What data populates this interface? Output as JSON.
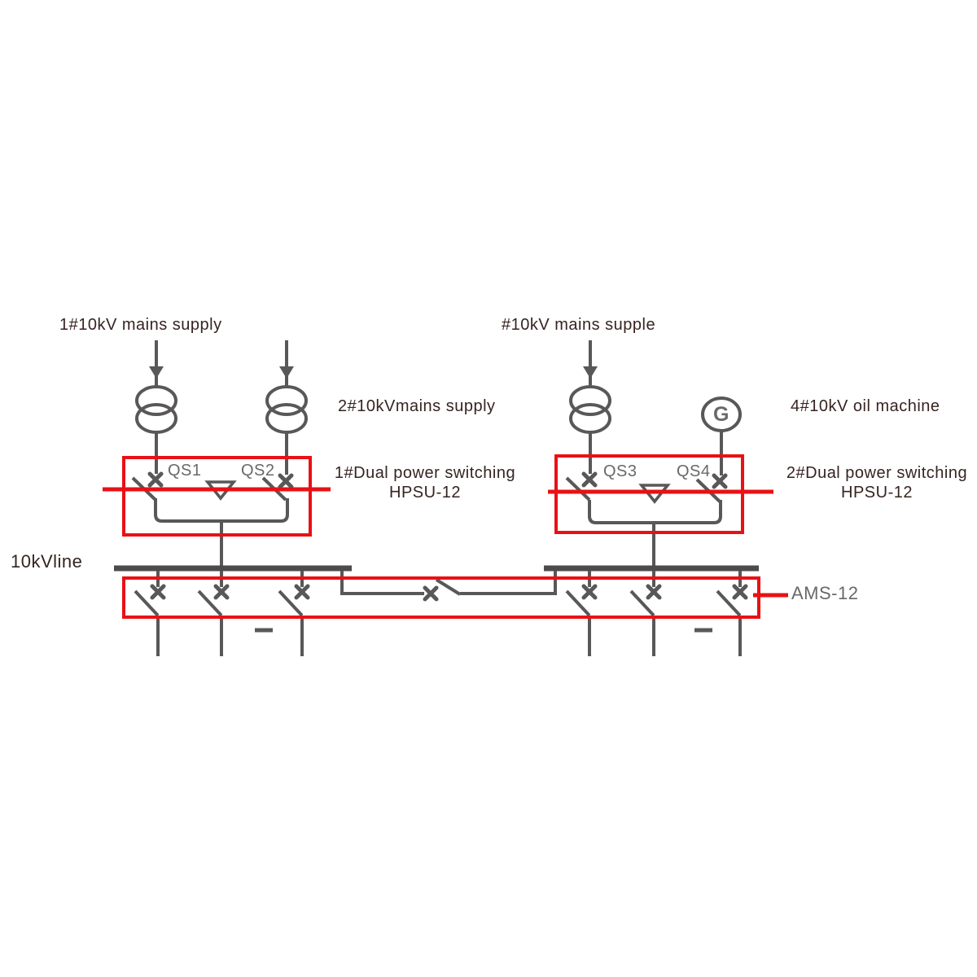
{
  "colors": {
    "line": "#595757",
    "bus": "#4c4a4a",
    "highlight": "#e81115",
    "label_dark": "#362421",
    "label_gray": "#6a6868"
  },
  "diagram": {
    "labels": {
      "supply1": "1#10kV mains supply",
      "supply2": "2#10kVmains supply",
      "supply3": "#10kV mains supple",
      "oil_machine": "4#10kV oil machine",
      "switching1_line1": "1#Dual power switching",
      "switching1_line2": "HPSU-12",
      "switching2_line1": "2#Dual power switching",
      "switching2_line2": "HPSU-12",
      "bus_label": "10kVline",
      "ams_label": "AMS-12",
      "generator_letter": "G",
      "qs1": "QS1",
      "qs2": "QS2",
      "qs3": "QS3",
      "qs4": "QS4"
    }
  }
}
